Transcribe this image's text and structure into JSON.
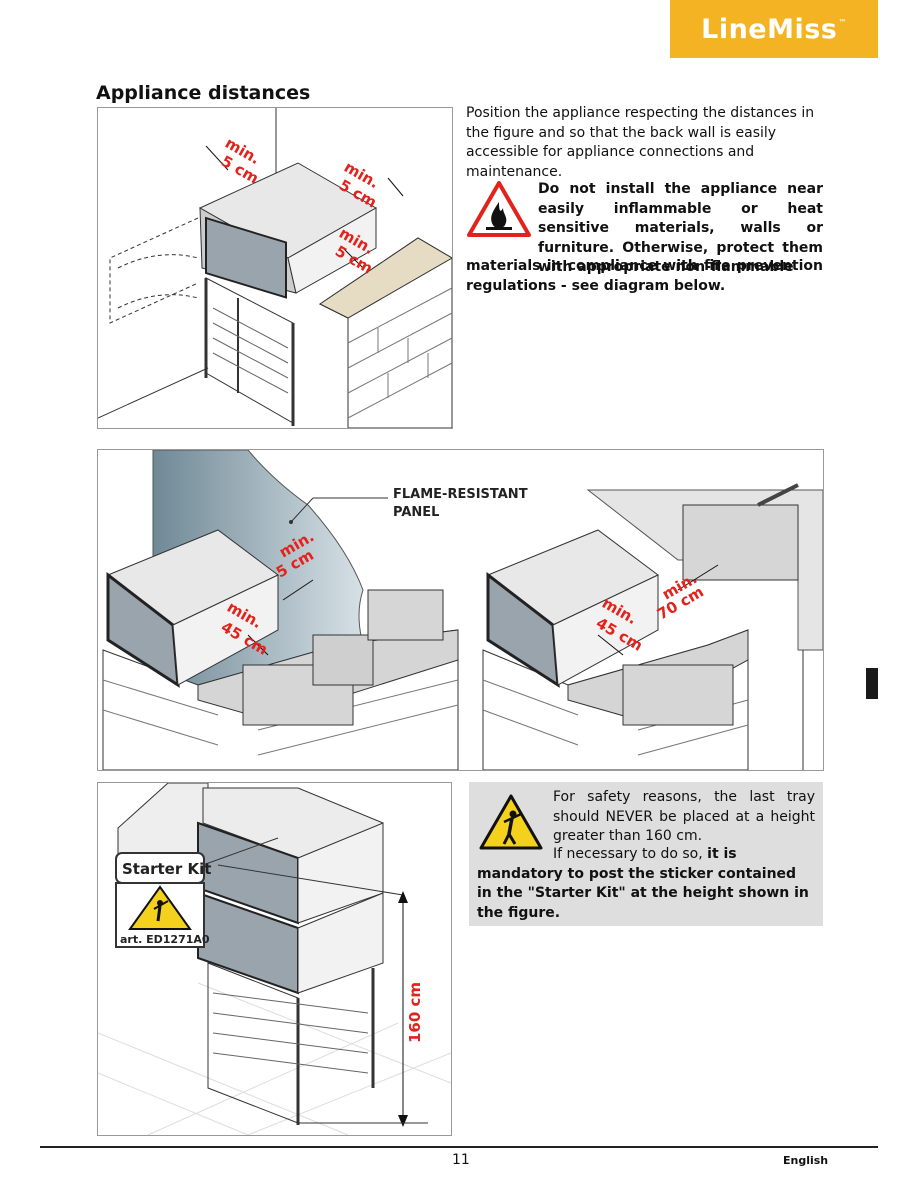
{
  "brand": {
    "name": "LineMiss",
    "tm": "™"
  },
  "section_title": "Appliance distances",
  "intro_text": "Position the appliance respecting the distances in the figure and so that the back wall is easily accessible for appliance connections and maintenance.",
  "warning_text_lead": "Do not install the appliance near easily inflammable or heat sensitive materials, walls or furniture. Otherwise, protect them with appropriate non-flammable",
  "warning_text_tail": "materials in compliance with fire prevention regulations - see diagram below.",
  "fig1": {
    "dim_a_1": "min.",
    "dim_a_2": "5 cm",
    "dim_b_1": "min.",
    "dim_b_2": "5 cm",
    "dim_c_1": "min.",
    "dim_c_2": "5 cm"
  },
  "fig2": {
    "panel_label_1": "FLAME-RESISTANT",
    "panel_label_2": "PANEL",
    "left_dim_side_1": "min.",
    "left_dim_side_2": "5 cm",
    "left_dim_front_1": "min.",
    "left_dim_front_2": "45 cm",
    "right_dim_front_1": "min.",
    "right_dim_front_2": "45 cm",
    "right_dim_side_1": "min.",
    "right_dim_side_2": "70 cm"
  },
  "fig3": {
    "kit_label": "Starter Kit",
    "kit_code": "art. ED1271A0",
    "height_label": "160 cm"
  },
  "safety_note_1": "For safety reasons, the last tray should NEVER be placed at a height greater than 160 cm.",
  "safety_note_2a": "If necessary to do so, ",
  "safety_note_2b": "it is mandatory to post the sticker contained in the \"Starter Kit\" at the height shown in the figure.",
  "footer": {
    "page": "11",
    "language": "English"
  },
  "colors": {
    "brand": "#f4b323",
    "warning_red": "#e2221b",
    "note_bg": "#dedede"
  }
}
